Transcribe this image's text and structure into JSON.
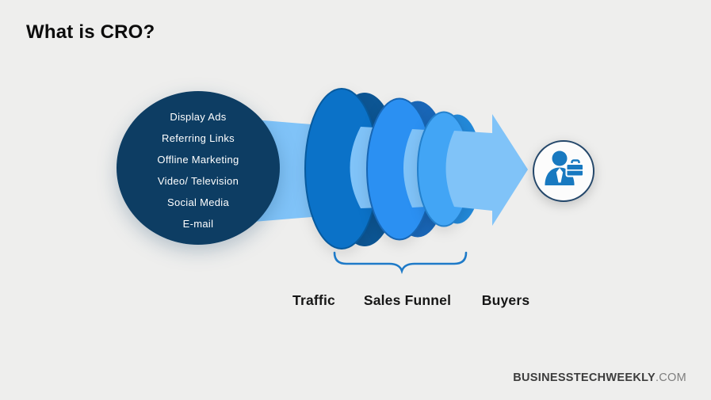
{
  "title": "What is CRO?",
  "funnel": {
    "traffic_sources": [
      "Display Ads",
      "Referring Links",
      "Offline Marketing",
      "Video/ Television",
      "Social Media",
      "E-mail"
    ],
    "stage_labels": {
      "traffic": "Traffic",
      "sales_funnel": "Sales Funnel",
      "buyers": "Buyers"
    }
  },
  "watermark": {
    "brand": "BUSINESSTECHWEEKLY",
    "suffix": ".COM"
  },
  "icons": {
    "buyer": "businessman-briefcase-icon",
    "brace": "curly-brace-icon",
    "arrow": "right-arrow-flow"
  },
  "colors": {
    "background": "#eeeeed",
    "title_text": "#0c0c0c",
    "circle_fill": "#0d3d63",
    "circle_text": "#ffffff",
    "band": "#80c3f8",
    "ring1": "#0b72c8",
    "ring1_edge": "#075a9e",
    "ring1_back": "#0d5694",
    "ring2": "#2b90f2",
    "ring2_edge": "#1766b4",
    "ring2_back": "#1a67b8",
    "ring3": "#42a5f5",
    "ring3_edge": "#2380cc",
    "ring3_back": "#2389d9",
    "brace": "#1e7ac8",
    "label_text": "#161616",
    "badge_border": "#24476a",
    "badge_fill": "#fcfcfc",
    "buyer_icon": "#1879c0",
    "watermark_brand": "#3d3d3d",
    "watermark_suffix": "#7d7d7d"
  }
}
